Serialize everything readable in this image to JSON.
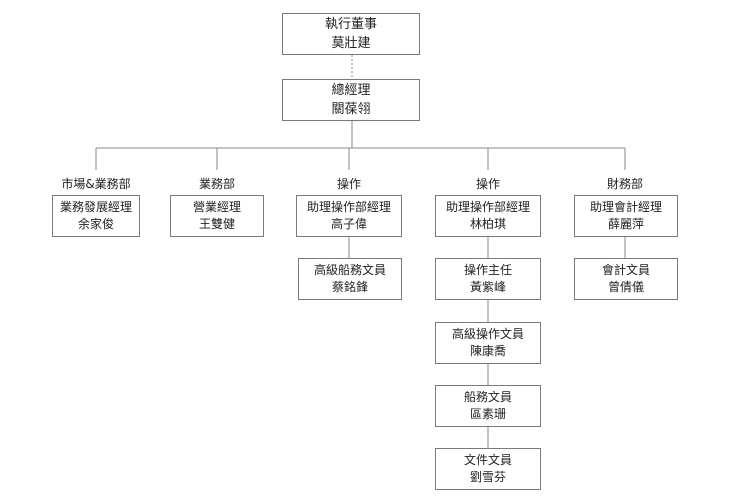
{
  "ceo": {
    "title": "執行董事",
    "name": "莫壯建"
  },
  "gm": {
    "title": "總經理",
    "name": "關葆翎"
  },
  "departments": [
    {
      "label": "市場&業務部",
      "head": {
        "title": "業務發展經理",
        "name": "余家俊"
      }
    },
    {
      "label": "業務部",
      "head": {
        "title": "營業經理",
        "name": "王雙健"
      }
    },
    {
      "label": "操作",
      "head": {
        "title": "助理操作部經理",
        "name": "高子偉"
      },
      "staff": [
        {
          "title": "高級船務文員",
          "name": "蔡銘鋒"
        }
      ]
    },
    {
      "label": "操作",
      "head": {
        "title": "助理操作部經理",
        "name": "林柏琪"
      },
      "staff": [
        {
          "title": "操作主任",
          "name": "黃紫峰"
        },
        {
          "title": "高級操作文員",
          "name": "陳康喬"
        },
        {
          "title": "船務文員",
          "name": "區素珊"
        },
        {
          "title": "文件文員",
          "name": "劉雪芬"
        }
      ]
    },
    {
      "label": "財務部",
      "head": {
        "title": "助理會計經理",
        "name": "薛麗萍"
      },
      "staff": [
        {
          "title": "會計文員",
          "name": "曾倩儀"
        }
      ]
    }
  ]
}
